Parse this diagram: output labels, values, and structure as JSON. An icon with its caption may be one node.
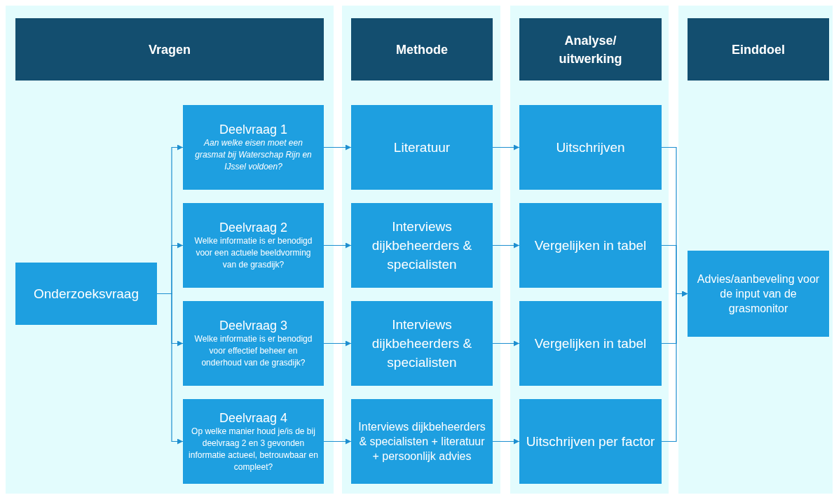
{
  "diagram": {
    "nodes": [
      {
        "text": [],
        "shape": "box"
      },
      {
        "text": [],
        "shape": "box"
      },
      {
        "text": [],
        "shape": "box"
      },
      {
        "text": [],
        "shape": "box"
      },
      {
        "text": [
          "Vragen"
        ],
        "in": 0
      },
      {
        "text": [
          "Methode"
        ],
        "in": 1
      },
      {
        "text": [
          "Analyse/ uitwerking"
        ],
        "in": 2
      },
      {
        "text": [
          "Einddoel"
        ],
        "in": 3
      },
      {
        "text": [
          "Onderzoeksvraag"
        ],
        "in": 0
      },
      {
        "text": [
          "Deelvraag 1",
          "*Aan welke eisen moet een grasmat bij Waterschap Rijn en IJssel voldoen?*"
        ],
        "in": 0
      },
      {
        "text": [
          "Deelvraag 2",
          "Welke informatie is er benodigd voor een actuele beeldvorming van de grasdijk?"
        ],
        "in": 0
      },
      {
        "text": [
          "Deelvraag 3",
          "Welke informatie is er benodigd voor effectief beheer en onderhoud van de grasdijk?"
        ],
        "in": 0
      },
      {
        "text": [
          "Deelvraag 4",
          "Op welke manier houd je/is de bij deelvraag 2 en 3 gevonden informatie actueel, betrouwbaar en compleet?"
        ],
        "in": 0
      },
      {
        "text": [
          "Literatuur"
        ],
        "in": 1
      },
      {
        "text": [
          "Interviews dijkbeheerders & specialisten"
        ],
        "in": 1
      },
      {
        "text": [
          "Interviews dijkbeheerders & specialisten"
        ],
        "in": 1
      },
      {
        "text": [
          "Interviews dijkbeheerders & specialisten + literatuur + persoonlijk advies"
        ],
        "in": 1
      },
      {
        "text": [
          "Uitschrijven"
        ],
        "in": 2
      },
      {
        "text": [
          "Vergelijken in tabel"
        ],
        "in": 2
      },
      {
        "text": [
          "Vergelijken in tabel"
        ],
        "in": 2
      },
      {
        "text": [
          "Uitschrijven per factor"
        ],
        "in": 2
      },
      {
        "text": [
          "Advies/aanbeveling voor de input van de grasmonitor"
        ],
        "in": 3
      }
    ],
    "edges": [
      {
        "from": 8,
        "to": 9,
        "arrow": "to"
      },
      {
        "from": 8,
        "to": 10,
        "arrow": "to"
      },
      {
        "from": 8,
        "to": 11,
        "arrow": "to"
      },
      {
        "from": 8,
        "to": 12,
        "arrow": "to"
      },
      {
        "from": 9,
        "to": 13,
        "arrow": "to"
      },
      {
        "from": 10,
        "to": 14,
        "arrow": "to"
      },
      {
        "from": 11,
        "to": 15,
        "arrow": "to"
      },
      {
        "from": 12,
        "to": 16,
        "arrow": "to"
      },
      {
        "from": 13,
        "to": 17,
        "arrow": "to"
      },
      {
        "from": 14,
        "to": 18,
        "arrow": "to"
      },
      {
        "from": 15,
        "to": 19,
        "arrow": "to"
      },
      {
        "from": 16,
        "to": 20,
        "arrow": "to"
      },
      {
        "from": 17,
        "to": 21,
        "arrow": "to"
      },
      {
        "from": 18,
        "to": 21,
        "arrow": "to"
      },
      {
        "from": 19,
        "to": 21,
        "arrow": "to"
      },
      {
        "from": 20,
        "to": 21,
        "arrow": "to"
      }
    ]
  }
}
